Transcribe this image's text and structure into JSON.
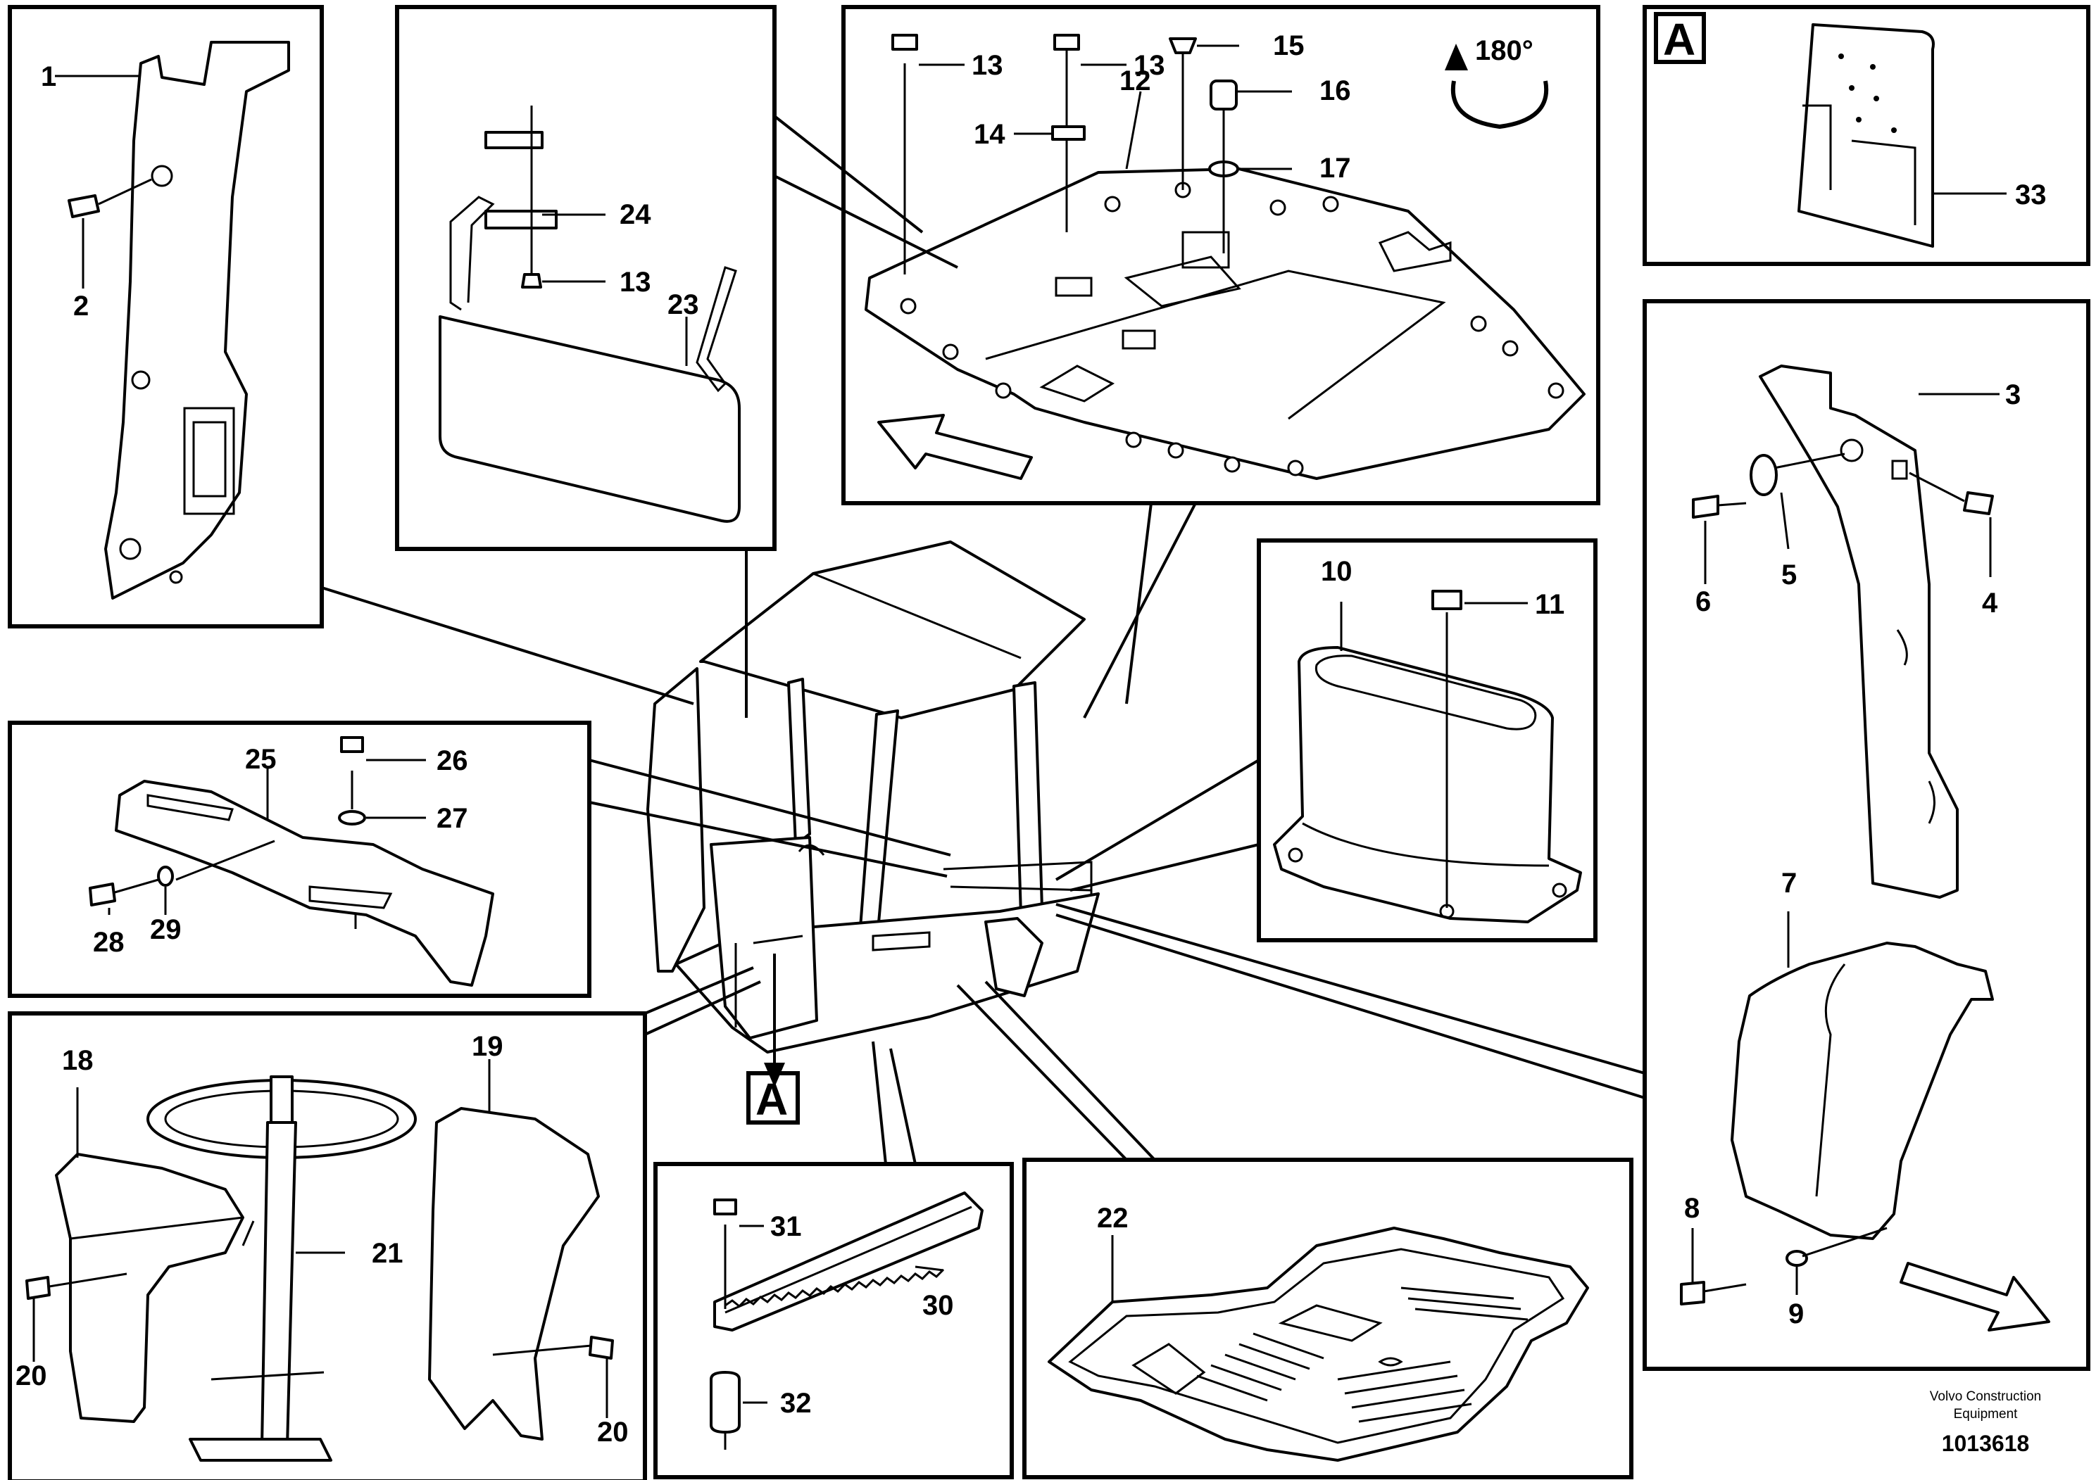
{
  "callouts": {
    "c1": "1",
    "c2": "2",
    "c3": "3",
    "c4": "4",
    "c5": "5",
    "c6": "6",
    "c7": "7",
    "c8": "8",
    "c9": "9",
    "c10": "10",
    "c11": "11",
    "c12": "12",
    "c13a": "13",
    "c13b": "13",
    "c14": "14",
    "c15": "15",
    "c16": "16",
    "c17": "17",
    "c18": "18",
    "c19": "19",
    "c20a": "20",
    "c20b": "20",
    "c21": "21",
    "c22": "22",
    "c23": "23",
    "c24": "24",
    "c25": "25",
    "c26": "26",
    "c27": "27",
    "c28": "28",
    "c29": "29",
    "c30": "30",
    "c31": "31",
    "c32": "32",
    "c33": "33"
  },
  "rotation_label": "180°",
  "view_ref": "A",
  "footer": {
    "company_line1": "Volvo Construction",
    "company_line2": "Equipment",
    "doc_number": "1013618"
  }
}
